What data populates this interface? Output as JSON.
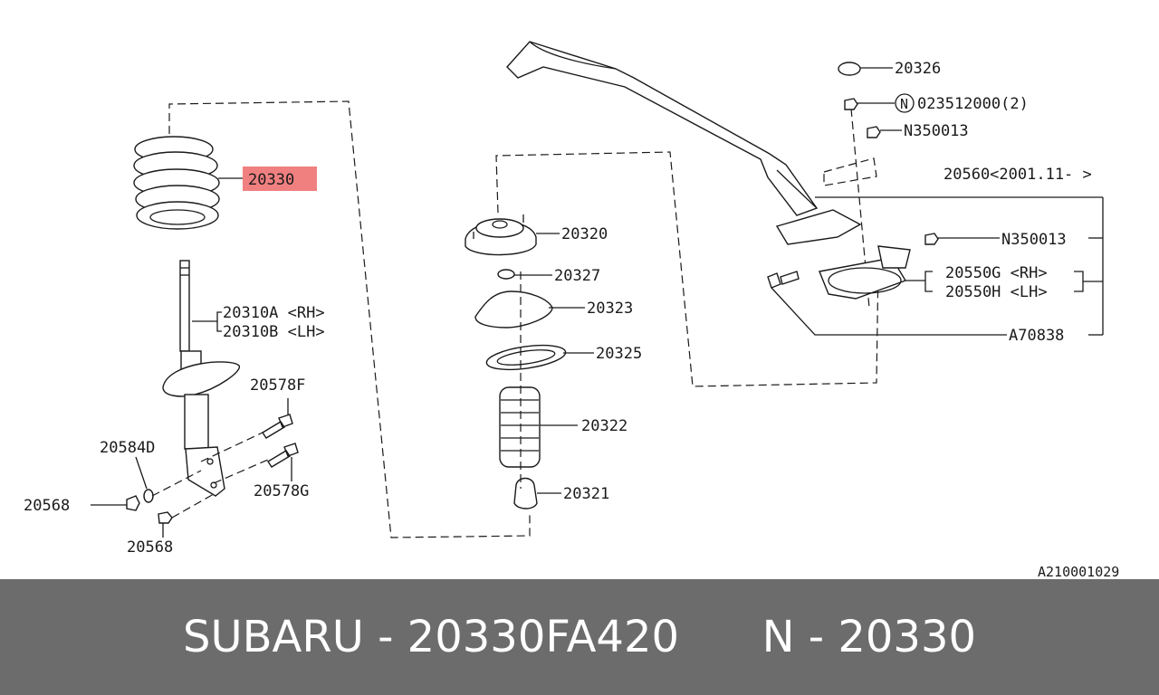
{
  "labels": {
    "spring": "20330",
    "strut_rh": "20310A <RH>",
    "strut_lh": "20310B <LH>",
    "bolt_f": "20578F",
    "washer": "20584D",
    "bolt_g": "20578G",
    "nut_left": "20568",
    "nut_bottom": "20568",
    "mount": "20320",
    "washer_small": "20327",
    "seat": "20323",
    "pad": "20325",
    "boot": "20322",
    "bumper": "20321",
    "cap": "20326",
    "n_symbol": "N",
    "nut_ref": "023512000(2)",
    "nut_top": "N350013",
    "bar_assy": "20560<2001.11-  >",
    "nut_right": "N350013",
    "bracket_rh": "20550G <RH>",
    "bracket_lh": "20550H <LH>",
    "bolt_a": "A70838",
    "figure_id": "A210001029"
  },
  "highlight_color": "#f08080",
  "footer": {
    "brand": "SUBARU",
    "sep1": " - ",
    "part_number": "20330FA420",
    "gap": "      ",
    "ref_letter": "N",
    "sep2": " - ",
    "ref_number": "20330"
  }
}
